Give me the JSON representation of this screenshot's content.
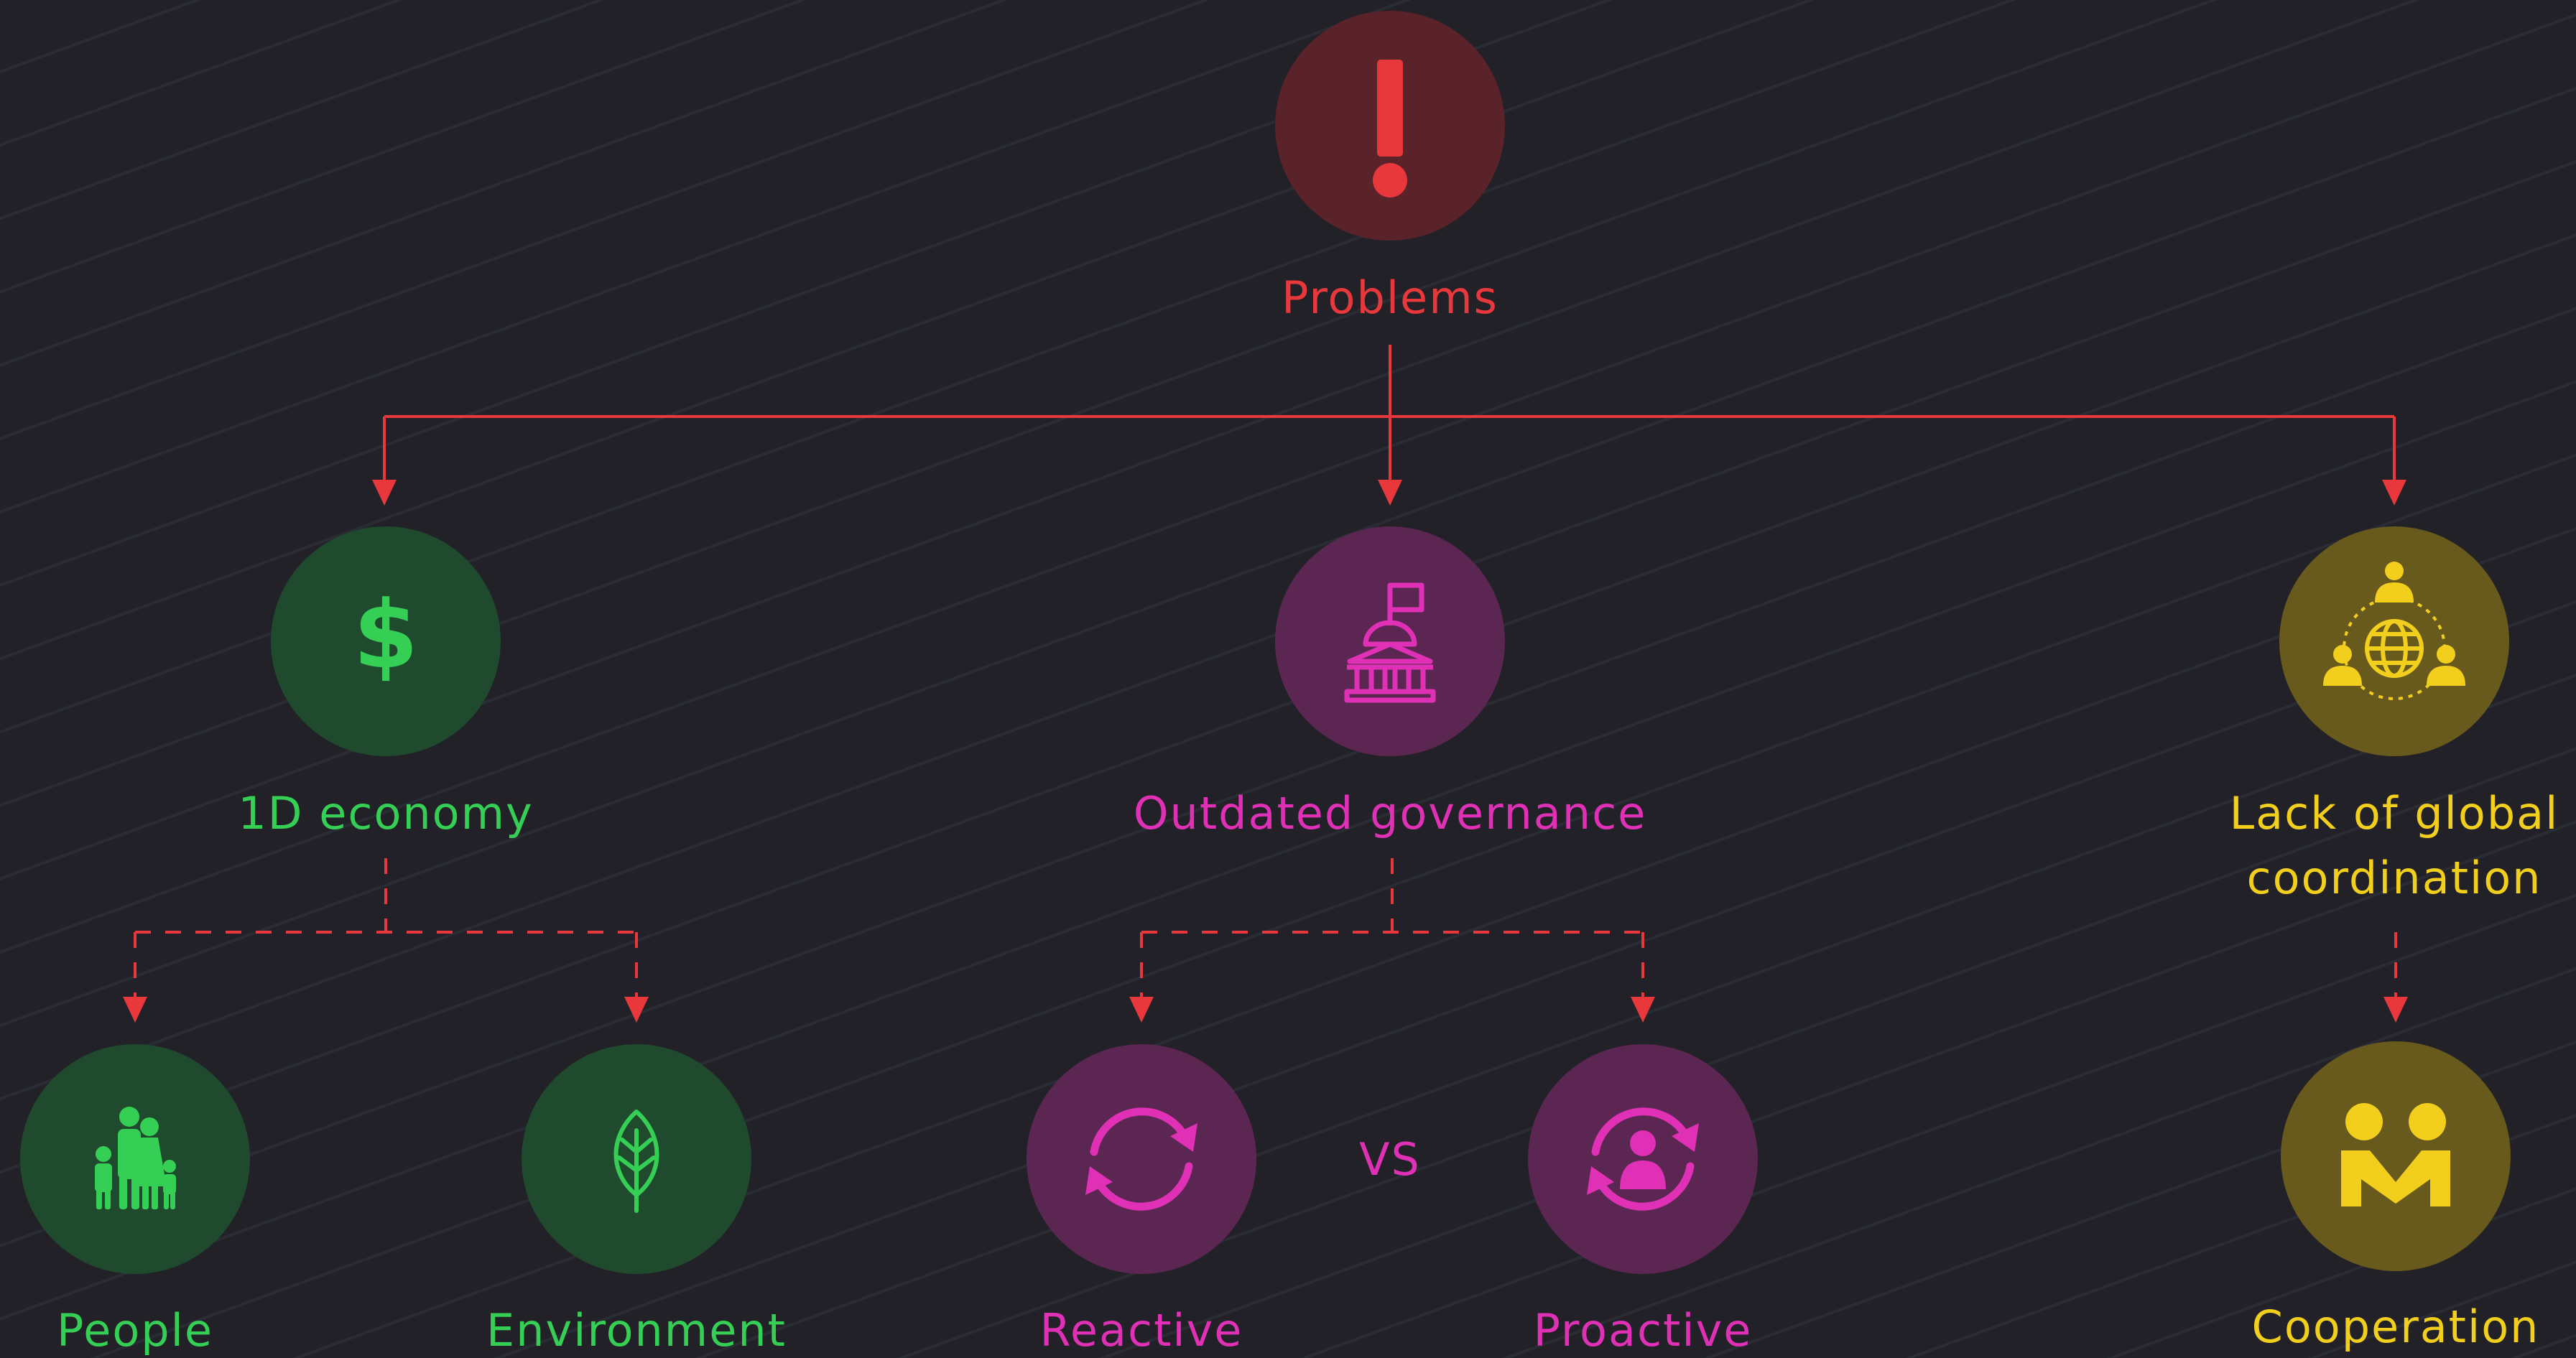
{
  "colors": {
    "background": "#222127",
    "connector": "#e8383c",
    "problems": "#e8383c",
    "economy": "#35cf55",
    "governance": "#e030b5",
    "coordination": "#f2cf1c"
  },
  "root": {
    "label": "Problems",
    "icon": "exclamation-icon"
  },
  "economy": {
    "label": "1D economy",
    "icon": "dollar-icon",
    "children": [
      {
        "label": "People",
        "icon": "family-icon"
      },
      {
        "label": "Environment",
        "icon": "leaf-icon"
      }
    ]
  },
  "governance": {
    "label": "Outdated governance",
    "icon": "capitol-flag-icon",
    "children": [
      {
        "label": "Reactive",
        "icon": "refresh-arrows-icon"
      },
      {
        "label": "Proactive",
        "icon": "person-cycle-icon"
      }
    ],
    "versus": "VS"
  },
  "coordination": {
    "label_line1": "Lack of global",
    "label_line2": "coordination",
    "icon": "global-network-icon",
    "children": [
      {
        "label": "Cooperation",
        "icon": "handshake-people-icon"
      }
    ]
  }
}
